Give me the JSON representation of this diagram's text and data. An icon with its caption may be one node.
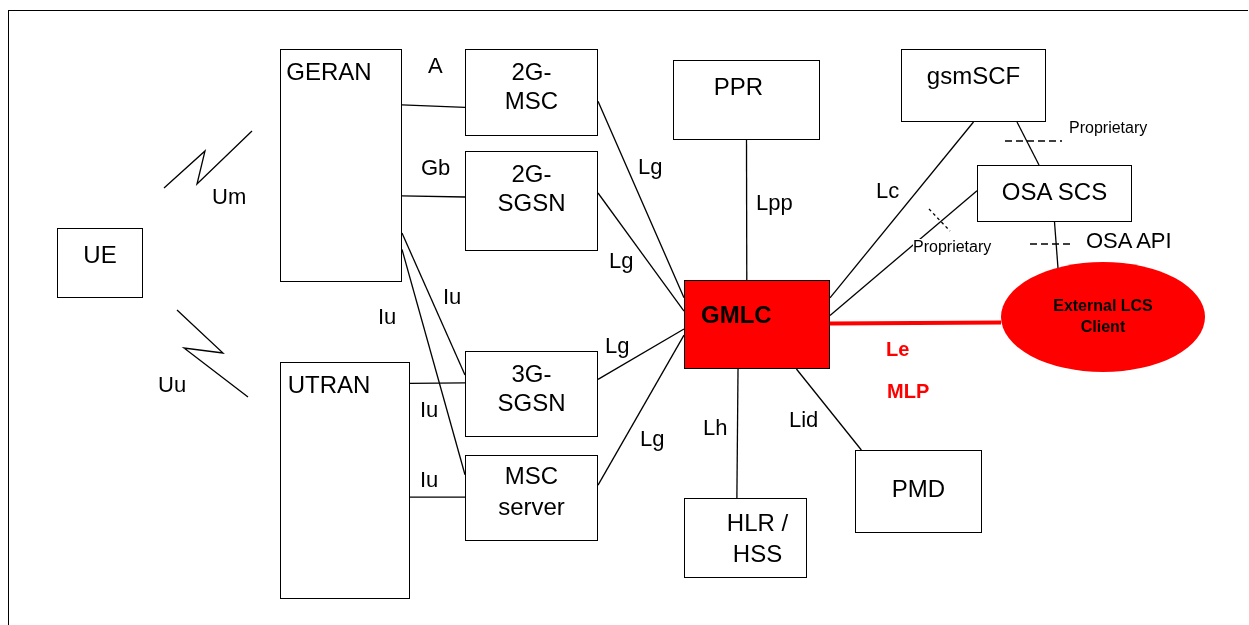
{
  "diagram": {
    "nodes": [
      {
        "text": [
          "UE"
        ]
      },
      {
        "text": [
          "GERAN"
        ]
      },
      {
        "text": [
          "UTRAN"
        ]
      },
      {
        "text": [
          "2G- MSC"
        ]
      },
      {
        "text": [
          "2G- SGSN"
        ]
      },
      {
        "text": [
          "3G- SGSN"
        ]
      },
      {
        "text": [
          "MSC server"
        ]
      },
      {
        "text": [
          "PPR"
        ]
      },
      {
        "text": [
          "gsmSCF"
        ]
      },
      {
        "text": [
          "OSA SCS"
        ]
      },
      {
        "text": [
          "GMLC"
        ]
      },
      {
        "text": [
          "External LCS Client"
        ]
      },
      {
        "text": [
          "HLR / HSS"
        ]
      },
      {
        "text": [
          "PMD"
        ]
      }
    ],
    "edges": [
      {
        "from": 1,
        "to": 3,
        "arrow": "none",
        "label": "A"
      },
      {
        "from": 1,
        "to": 4,
        "arrow": "none",
        "label": "Gb"
      },
      {
        "from": 1,
        "to": 5,
        "arrow": "none",
        "label": "Iu"
      },
      {
        "from": 1,
        "to": 6,
        "arrow": "none",
        "label": "Iu"
      },
      {
        "from": 2,
        "to": 5,
        "arrow": "none",
        "label": "Iu"
      },
      {
        "from": 2,
        "to": 6,
        "arrow": "none",
        "label": "Iu"
      },
      {
        "from": 3,
        "to": 10,
        "arrow": "none",
        "label": "Lg"
      },
      {
        "from": 4,
        "to": 10,
        "arrow": "none",
        "label": "Lg"
      },
      {
        "from": 5,
        "to": 10,
        "arrow": "none",
        "label": "Lg"
      },
      {
        "from": 6,
        "to": 10,
        "arrow": "none",
        "label": "Lg"
      },
      {
        "from": 7,
        "to": 10,
        "arrow": "none",
        "label": "Lpp"
      },
      {
        "from": 8,
        "to": 10,
        "arrow": "none",
        "label": "Lc"
      },
      {
        "from": 9,
        "to": 10,
        "arrow": "none",
        "label": "Proprietary"
      },
      {
        "from": 8,
        "to": 9,
        "arrow": "none",
        "label": "Proprietary"
      },
      {
        "from": 9,
        "to": 11,
        "arrow": "none",
        "label": "OSA API"
      },
      {
        "from": 10,
        "to": 11,
        "arrow": "none",
        "label": "Le",
        "style": "thick",
        "color": "#ff0000"
      },
      {
        "from": 10,
        "to": 12,
        "arrow": "none",
        "label": "Lh"
      },
      {
        "from": 10,
        "to": 13,
        "arrow": "none",
        "label": "Lid"
      }
    ],
    "labels": [
      "Um",
      "Uu",
      "MLP"
    ]
  }
}
